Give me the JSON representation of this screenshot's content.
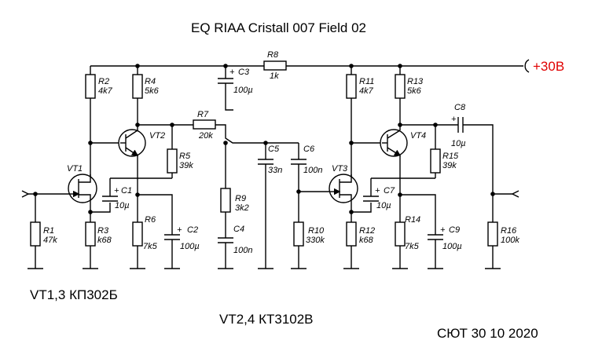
{
  "title": "EQ RIAA Cristall 007 Field 02",
  "supply": {
    "label": "+30В",
    "color": "#e00000"
  },
  "notes": {
    "fet": "VT1,3 КП302Б",
    "bjt": "VT2,4  КТ3102В",
    "signature": "СЮТ 30 10 2020"
  },
  "components": {
    "r1": {
      "ref": "R1",
      "value": "47k"
    },
    "r2": {
      "ref": "R2",
      "value": "4k7"
    },
    "r3": {
      "ref": "R3",
      "value": "k68"
    },
    "r4": {
      "ref": "R4",
      "value": "5k6"
    },
    "r5": {
      "ref": "R5",
      "value": "39k"
    },
    "r6": {
      "ref": "R6",
      "value": "7k5"
    },
    "r7": {
      "ref": "R7",
      "value": "20k"
    },
    "r8": {
      "ref": "R8",
      "value": "1k"
    },
    "r9": {
      "ref": "R9",
      "value": "3k2"
    },
    "r10": {
      "ref": "R10",
      "value": "330k"
    },
    "r11": {
      "ref": "R11",
      "value": "4k7"
    },
    "r12": {
      "ref": "R12",
      "value": "k68"
    },
    "r13": {
      "ref": "R13",
      "value": "5k6"
    },
    "r14": {
      "ref": "R14",
      "value": "7k5"
    },
    "r15": {
      "ref": "R15",
      "value": "39k"
    },
    "r16": {
      "ref": "R16",
      "value": "100k"
    },
    "c1": {
      "ref": "C1",
      "value": "10µ"
    },
    "c2": {
      "ref": "C2",
      "value": "100µ"
    },
    "c3": {
      "ref": "C3",
      "value": "100µ"
    },
    "c4": {
      "ref": "C4",
      "value": "100n"
    },
    "c5": {
      "ref": "C5",
      "value": "33n"
    },
    "c6": {
      "ref": "C6",
      "value": "100n"
    },
    "c7": {
      "ref": "C7",
      "value": "10µ"
    },
    "c8": {
      "ref": "C8",
      "value": "10µ"
    },
    "c9": {
      "ref": "C9",
      "value": "100µ"
    },
    "vt1": {
      "ref": "VT1"
    },
    "vt2": {
      "ref": "VT2"
    },
    "vt3": {
      "ref": "VT3"
    },
    "vt4": {
      "ref": "VT4"
    }
  }
}
